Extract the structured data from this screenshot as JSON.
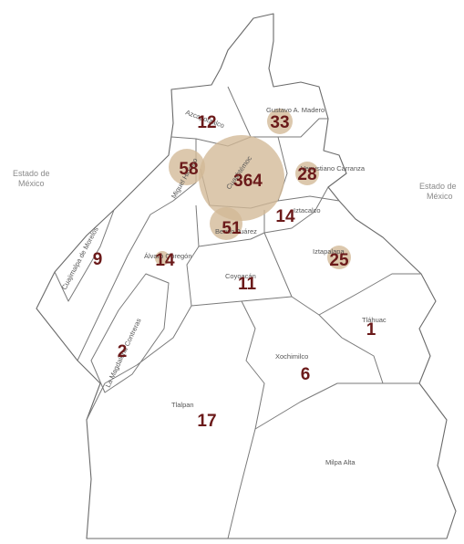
{
  "map": {
    "neighbors": [
      {
        "line1": "Estado de",
        "line2": "México"
      },
      {
        "line1": "Estado de",
        "line2": "México"
      }
    ],
    "boroughs": [
      {
        "name": "Gustavo A. Madero",
        "count": "33",
        "bubble_value": 33
      },
      {
        "name": "Azcapotzalco",
        "count": "12",
        "bubble_value": 0
      },
      {
        "name": "Miguel Hidalgo",
        "count": "58",
        "bubble_value": 58
      },
      {
        "name": "Cuauhtémoc",
        "count": "364",
        "bubble_value": 364
      },
      {
        "name": "Venustiano Carranza",
        "count": "28",
        "bubble_value": 28
      },
      {
        "name": "Benito Juárez",
        "count": "51",
        "bubble_value": 51
      },
      {
        "name": "Iztacalco",
        "count": "14",
        "bubble_value": 0
      },
      {
        "name": "Cuajimalpa de Morelos",
        "count": "9",
        "bubble_value": 0
      },
      {
        "name": "Álvaro Obregón",
        "count": "14",
        "bubble_value": 14
      },
      {
        "name": "Iztapalapa",
        "count": "25",
        "bubble_value": 25
      },
      {
        "name": "Coyoacán",
        "count": "11",
        "bubble_value": 0
      },
      {
        "name": "Tláhuac",
        "count": "1",
        "bubble_value": 0
      },
      {
        "name": "La Magdalena Contreras",
        "count": "2",
        "bubble_value": 0
      },
      {
        "name": "Xochimilco",
        "count": "6",
        "bubble_value": 0
      },
      {
        "name": "Tlalpan",
        "count": "17",
        "bubble_value": 0
      },
      {
        "name": "Milpa Alta",
        "count": "",
        "bubble_value": 0
      }
    ]
  }
}
